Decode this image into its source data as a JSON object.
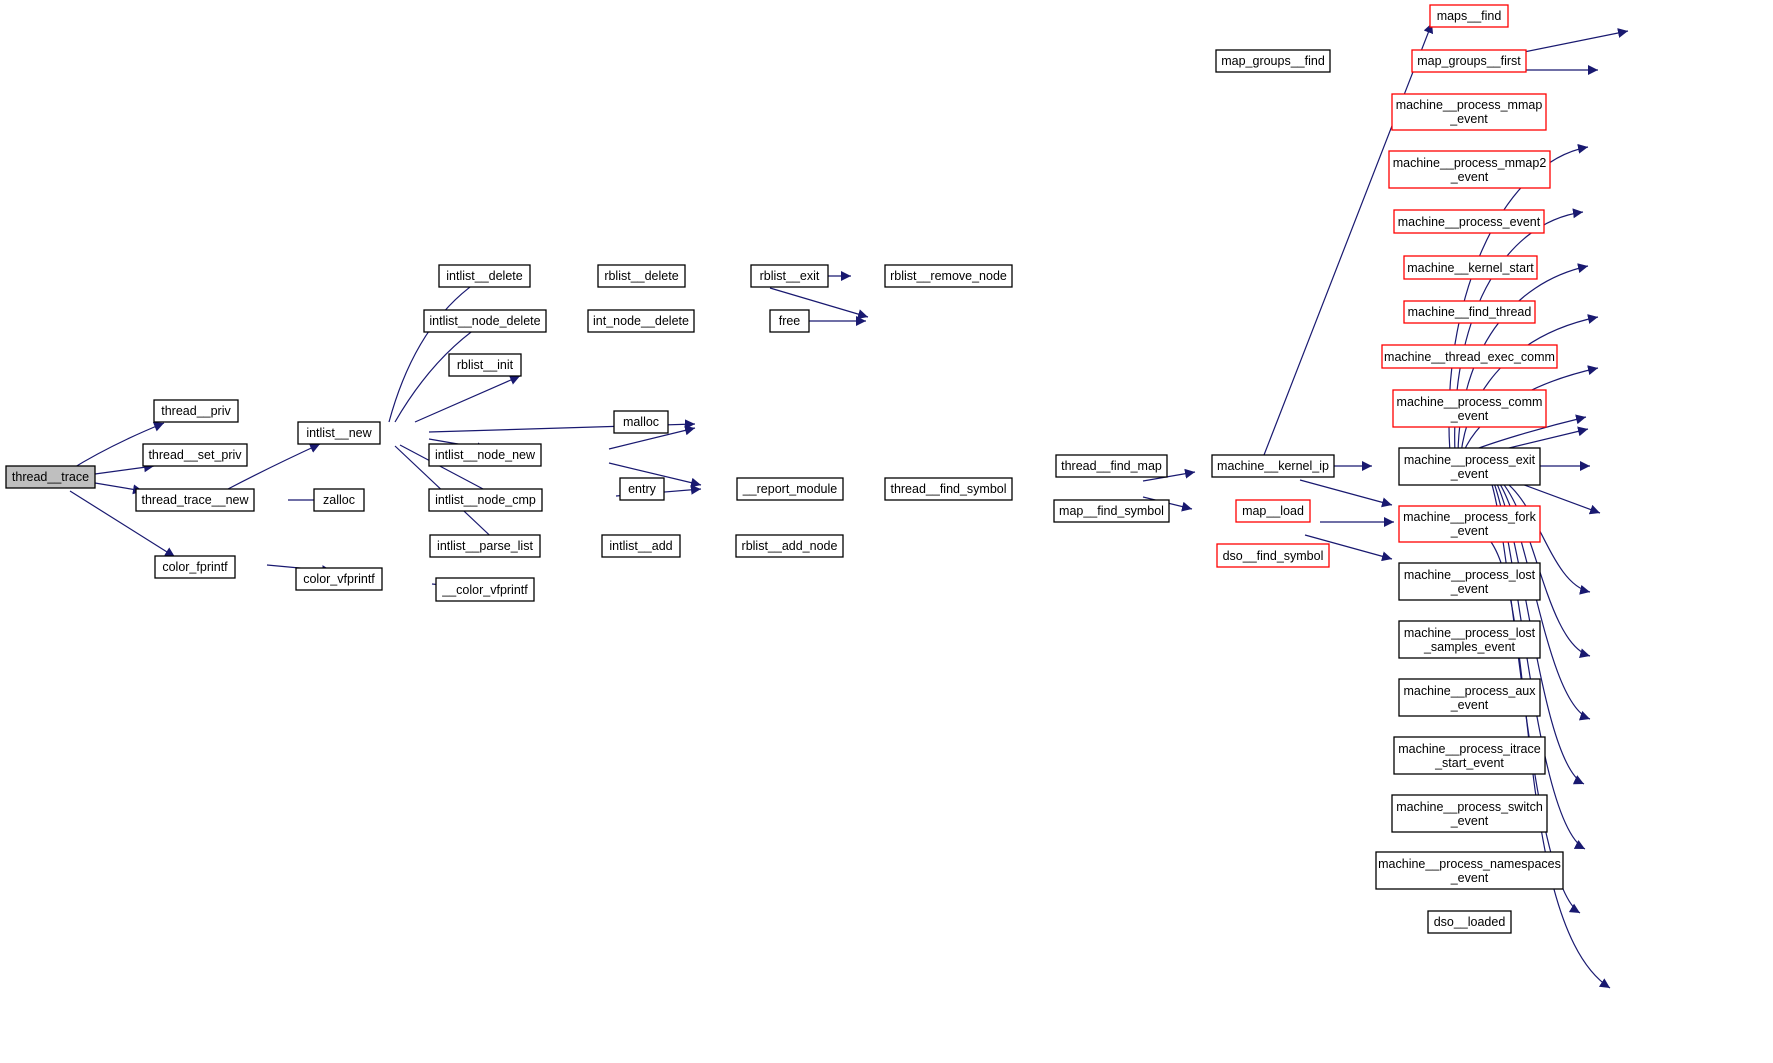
{
  "graph": {
    "colors": {
      "edge": "#191970",
      "node_border": "#000000",
      "truncated_node_border": "#ff0000",
      "root_fill": "#bfbfbf",
      "background": "#ffffff"
    },
    "nodes": {
      "thread_trace": "thread__trace",
      "thread_priv": "thread__priv",
      "thread_set_priv": "thread__set_priv",
      "thread_trace_new": "thread_trace__new",
      "color_fprintf": "color_fprintf",
      "intlist_new": "intlist__new",
      "zalloc": "zalloc",
      "color_vfprintf": "color_vfprintf",
      "color_vfprintf2": "__color_vfprintf",
      "intlist_delete": "intlist__delete",
      "intlist_node_delete": "intlist__node_delete",
      "rblist_init": "rblist__init",
      "intlist_node_new": "intlist__node_new",
      "intlist_node_cmp": "intlist__node_cmp",
      "intlist_parse_list": "intlist__parse_list",
      "rblist_delete": "rblist__delete",
      "int_node_delete": "int_node__delete",
      "malloc": "malloc",
      "entry": "entry",
      "intlist_add": "intlist__add",
      "rblist_exit": "rblist__exit",
      "free": "free",
      "report_module": "__report_module",
      "rblist_add_node": "rblist__add_node",
      "rblist_remove_node": "rblist__remove_node",
      "thread_find_symbol": "thread__find_symbol",
      "thread_find_map": "thread__find_map",
      "map_find_symbol": "map__find_symbol",
      "map_groups_find": "map_groups__find",
      "machine_kernel_ip": "machine__kernel_ip",
      "map_load": "map__load",
      "dso_find_symbol": "dso__find_symbol",
      "maps_find": "maps__find",
      "map_groups_first": "map_groups__first",
      "m_mmap": [
        "machine__process_mmap",
        "_event"
      ],
      "m_mmap2": [
        "machine__process_mmap2",
        "_event"
      ],
      "m_event": "machine__process_event",
      "m_kstart": "machine__kernel_start",
      "m_findthread": "machine__find_thread",
      "m_execcomm": "machine__thread_exec_comm",
      "m_comm": [
        "machine__process_comm",
        "_event"
      ],
      "m_exit": [
        "machine__process_exit",
        "_event"
      ],
      "m_fork": [
        "machine__process_fork",
        "_event"
      ],
      "m_lost": [
        "machine__process_lost",
        "_event"
      ],
      "m_lostsamples": [
        "machine__process_lost",
        "_samples_event"
      ],
      "m_aux": [
        "machine__process_aux",
        "_event"
      ],
      "m_itrace": [
        "machine__process_itrace",
        "_start_event"
      ],
      "m_switch": [
        "machine__process_switch",
        "_event"
      ],
      "m_ns": [
        "machine__process_namespaces",
        "_event"
      ],
      "dso_loaded": "dso__loaded"
    }
  }
}
